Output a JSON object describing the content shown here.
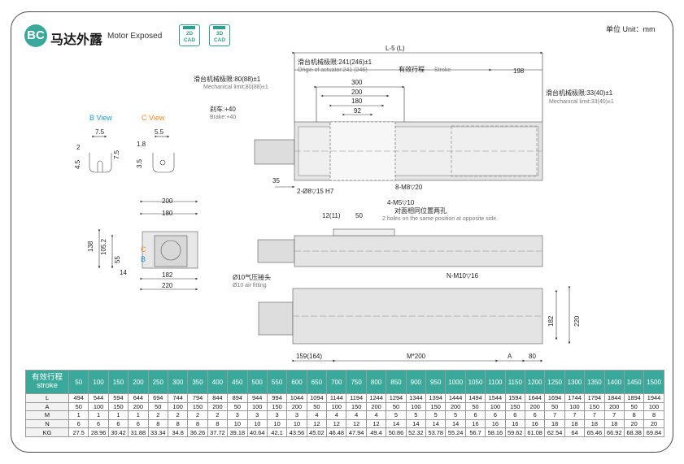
{
  "header": {
    "badge": "BC",
    "title": "马达外露",
    "subtitle": "Motor Exposed",
    "cad2d_top": "2D",
    "cad2d_bot": "CAD",
    "cad3d_top": "3D",
    "cad3d_bot": "CAD",
    "unit": "单位 Unit：mm"
  },
  "drawing": {
    "l_total": "L-5 (L)",
    "slide_limit_241": "滑台机械极限:241(246)±1",
    "origin_241": "Origin of actuator:241 (246)",
    "stroke_cn": "有效行程",
    "stroke_en": "Stroke",
    "d198": "198",
    "slide_limit_80": "滑台机械极限:80(88)±1",
    "mech_80": "Mechanical limit:80(88)±1",
    "slide_limit_33": "滑台机械极限:33(40)±1",
    "mech_33": "Mechanical limit:33(40)±1",
    "d300": "300",
    "d200": "200",
    "d180": "180",
    "d92": "92",
    "brake_cn": "刹车:+40",
    "brake_en": "Brake:+40",
    "d35": "35",
    "holes_d8": "2-Ø8▽15 H7",
    "m8": "8-M8▽20",
    "bview": "B View",
    "cview": "C View",
    "b75": "7.5",
    "b2": "2",
    "b45": "4.5",
    "b75v": "7.5",
    "c55": "5.5",
    "c18": "1.8",
    "c35": "3.5",
    "e200": "200",
    "e180": "180",
    "e138": "138",
    "e1052": "105.2",
    "e55": "55",
    "e14": "14",
    "e182": "182",
    "e220": "220",
    "ec": "C",
    "eb": "B",
    "m5": "4-M5▽10",
    "m5_cn": "对面相同位置两孔",
    "m5_en": "2 holes on the same position at opposite side.",
    "d12": "12(11)",
    "d50": "50",
    "fit_cn": "Ø10气压接头",
    "fit_en": "Ø10 air fitting",
    "m10": "N-M10▽16",
    "p182": "182",
    "p220": "220",
    "d159": "159(164)",
    "m200": "M*200",
    "da": "A",
    "d80": "80"
  },
  "table": {
    "stroke_label_cn": "有效行程",
    "stroke_label_en": "stroke",
    "strokes": [
      "50",
      "100",
      "150",
      "200",
      "250",
      "300",
      "350",
      "400",
      "450",
      "500",
      "550",
      "600",
      "650",
      "700",
      "750",
      "800",
      "850",
      "900",
      "950",
      "1000",
      "1050",
      "1100",
      "1150",
      "1200",
      "1250",
      "1300",
      "1350",
      "1400",
      "1450",
      "1500"
    ],
    "rows": [
      {
        "label": "L",
        "values": [
          "494",
          "544",
          "594",
          "644",
          "694",
          "744",
          "794",
          "844",
          "894",
          "944",
          "994",
          "1044",
          "1094",
          "1144",
          "1194",
          "1244",
          "1294",
          "1344",
          "1394",
          "1444",
          "1494",
          "1544",
          "1594",
          "1644",
          "1694",
          "1744",
          "1794",
          "1844",
          "1894",
          "1944"
        ]
      },
      {
        "label": "A",
        "values": [
          "50",
          "100",
          "150",
          "200",
          "50",
          "100",
          "150",
          "200",
          "50",
          "100",
          "150",
          "200",
          "50",
          "100",
          "150",
          "200",
          "50",
          "100",
          "150",
          "200",
          "50",
          "100",
          "150",
          "200",
          "50",
          "100",
          "150",
          "200",
          "50",
          "100"
        ]
      },
      {
        "label": "M",
        "values": [
          "1",
          "1",
          "1",
          "1",
          "2",
          "2",
          "2",
          "2",
          "3",
          "3",
          "3",
          "3",
          "4",
          "4",
          "4",
          "4",
          "5",
          "5",
          "5",
          "5",
          "6",
          "6",
          "6",
          "6",
          "7",
          "7",
          "7",
          "7",
          "8",
          "8"
        ]
      },
      {
        "label": "N",
        "values": [
          "6",
          "6",
          "6",
          "6",
          "8",
          "8",
          "8",
          "8",
          "10",
          "10",
          "10",
          "10",
          "12",
          "12",
          "12",
          "12",
          "14",
          "14",
          "14",
          "14",
          "16",
          "16",
          "16",
          "16",
          "18",
          "18",
          "18",
          "18",
          "20",
          "20"
        ]
      },
      {
        "label": "KG",
        "values": [
          "27.5",
          "28.96",
          "30.42",
          "31.88",
          "33.34",
          "34.8",
          "36.26",
          "37.72",
          "39.18",
          "40.64",
          "42.1",
          "43.56",
          "45.02",
          "46.48",
          "47.94",
          "49.4",
          "50.86",
          "52.32",
          "53.78",
          "55.24",
          "56.7",
          "58.16",
          "59.62",
          "61.08",
          "62.54",
          "64",
          "65.46",
          "66.92",
          "68.38",
          "69.84"
        ]
      }
    ]
  }
}
